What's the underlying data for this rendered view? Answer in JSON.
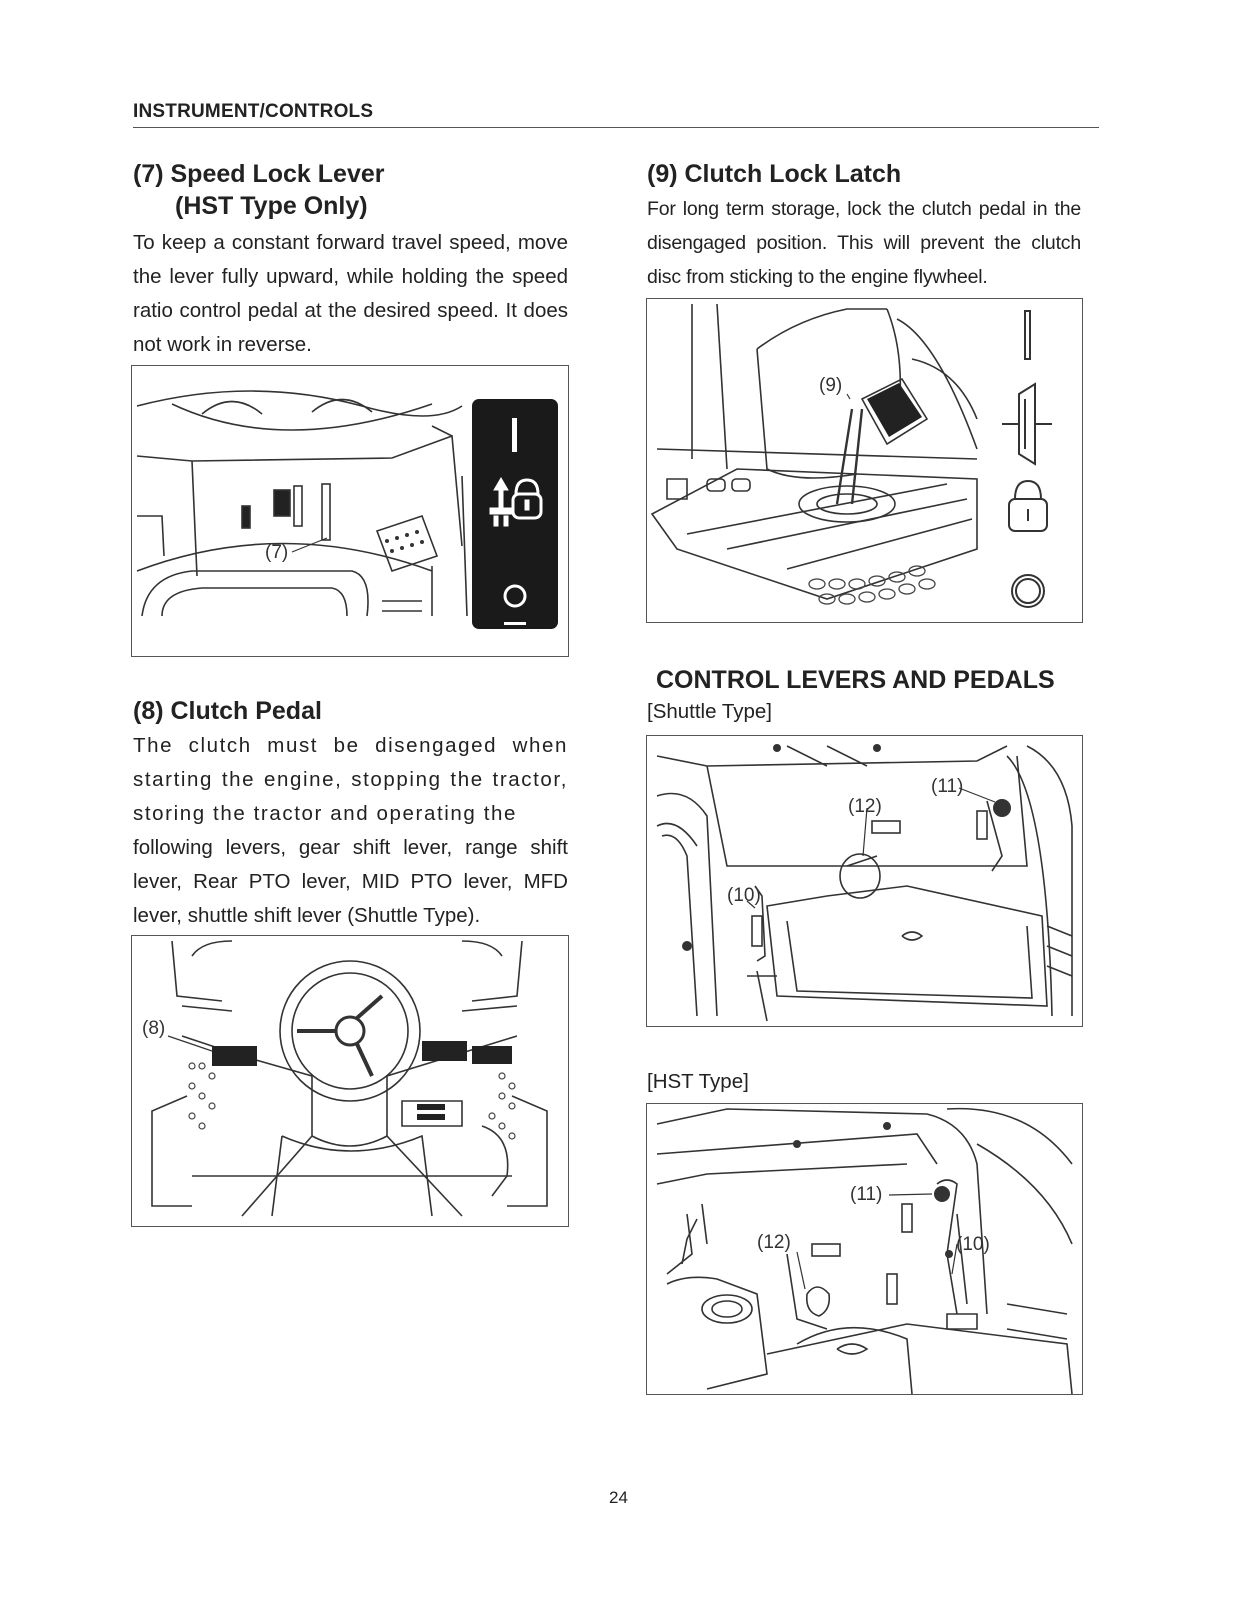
{
  "header": {
    "title": "INSTRUMENT/CONTROLS"
  },
  "sec7": {
    "title_line1": "(7) Speed Lock Lever",
    "title_line2": "(HST Type Only)",
    "body": "To keep a constant forward travel speed, move the lever fully upward, while holding the speed ratio control pedal at the desired speed. It does not work in reverse.",
    "callout": "(7)"
  },
  "sec8": {
    "title": "(8) Clutch Pedal",
    "body_spaced": "The clutch must be disengaged when starting the engine, stopping the tractor, storing the tractor and operating the",
    "body_normal": "following levers, gear shift lever, range shift lever, Rear PTO lever, MID PTO lever, MFD lever, shuttle shift lever (Shuttle Type).",
    "callout": "(8)"
  },
  "sec9": {
    "title": "(9) Clutch Lock Latch",
    "body": "For long term storage, lock the clutch pedal in the disengaged position. This will prevent the clutch disc from sticking to the engine flywheel.",
    "callout": "(9)"
  },
  "controls": {
    "title": "CONTROL LEVERS AND PEDALS",
    "shuttle_label": "[Shuttle Type]",
    "hst_label": "[HST Type]",
    "shuttle_callouts": [
      "(11)",
      "(12)",
      "(10)"
    ],
    "hst_callouts": [
      "(11)",
      "(12)",
      "(10)"
    ]
  },
  "page_number": "24"
}
